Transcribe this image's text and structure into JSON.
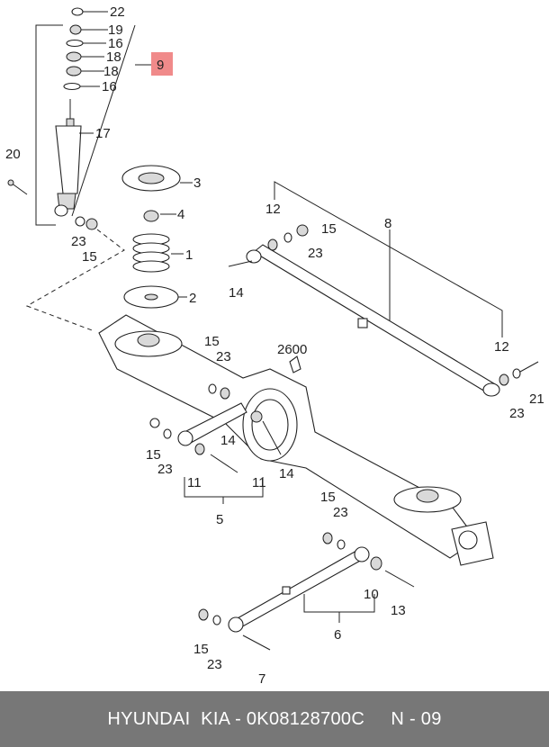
{
  "callouts": {
    "c22": "22",
    "c19": "19",
    "c16a": "16",
    "c18a": "18",
    "c18b": "18",
    "c16b": "16",
    "c9": "9",
    "c17": "17",
    "c20": "20",
    "c23a": "23",
    "c15a": "15",
    "c3": "3",
    "c4": "4",
    "c1": "1",
    "c2": "2",
    "c12a": "12",
    "c15b": "15",
    "c23b": "23",
    "c8": "8",
    "c14a": "14",
    "c12b": "12",
    "c21": "21",
    "c23c": "23",
    "c15c": "15",
    "c23d": "23",
    "c2600": "2600",
    "c15d": "15",
    "c23e": "23",
    "c14b": "14",
    "c11a": "11",
    "c11b": "11",
    "c14c": "14",
    "c5": "5",
    "c15e": "15",
    "c23f": "23",
    "c10": "10",
    "c13": "13",
    "c6": "6",
    "c15f": "15",
    "c23g": "23",
    "c7": "7"
  },
  "highlight": {
    "color": "#f08a8a"
  },
  "footer": {
    "text": "HYUNDAI  KIA - 0K08128700C     N - 09",
    "bg": "#777777"
  }
}
